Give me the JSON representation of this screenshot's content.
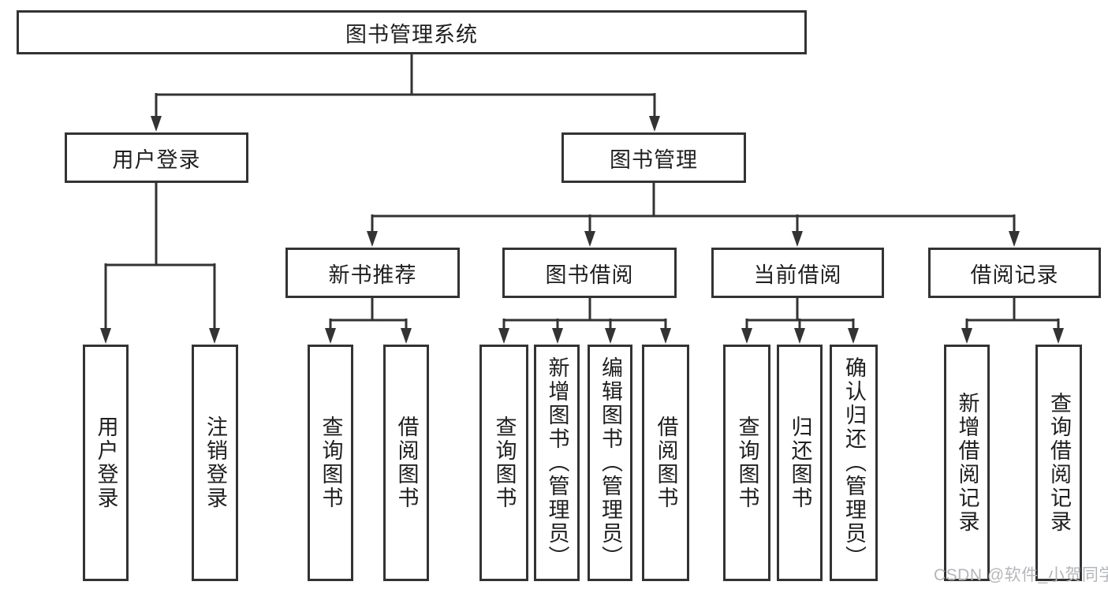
{
  "diagram": {
    "title": "图书管理系统",
    "level2": {
      "user_login": "用户登录",
      "book_management": "图书管理"
    },
    "level3": {
      "new_book": "新书推荐",
      "borrow": "图书借阅",
      "current": "当前借阅",
      "records": "借阅记录"
    },
    "leaves": {
      "user_login": "用户登录",
      "logout": "注销登录",
      "nb_query": "查询图书",
      "nb_borrow": "借阅图书",
      "bb_query": "查询图书",
      "bb_add": "新增图书（管理员）",
      "bb_edit": "编辑图书（管理员）",
      "bb_borrow": "借阅图书",
      "cb_query": "查询图书",
      "cb_return": "归还图书",
      "cb_confirm": "确认归还（管理员）",
      "br_add": "新增借阅记录",
      "br_query": "查询借阅记录"
    }
  },
  "watermark": "CSDN @软件_小贺同学",
  "colors": {
    "line": "#333333",
    "text": "#1f1f1f",
    "watermark": "#b3b7bb",
    "background": "#ffffff"
  }
}
